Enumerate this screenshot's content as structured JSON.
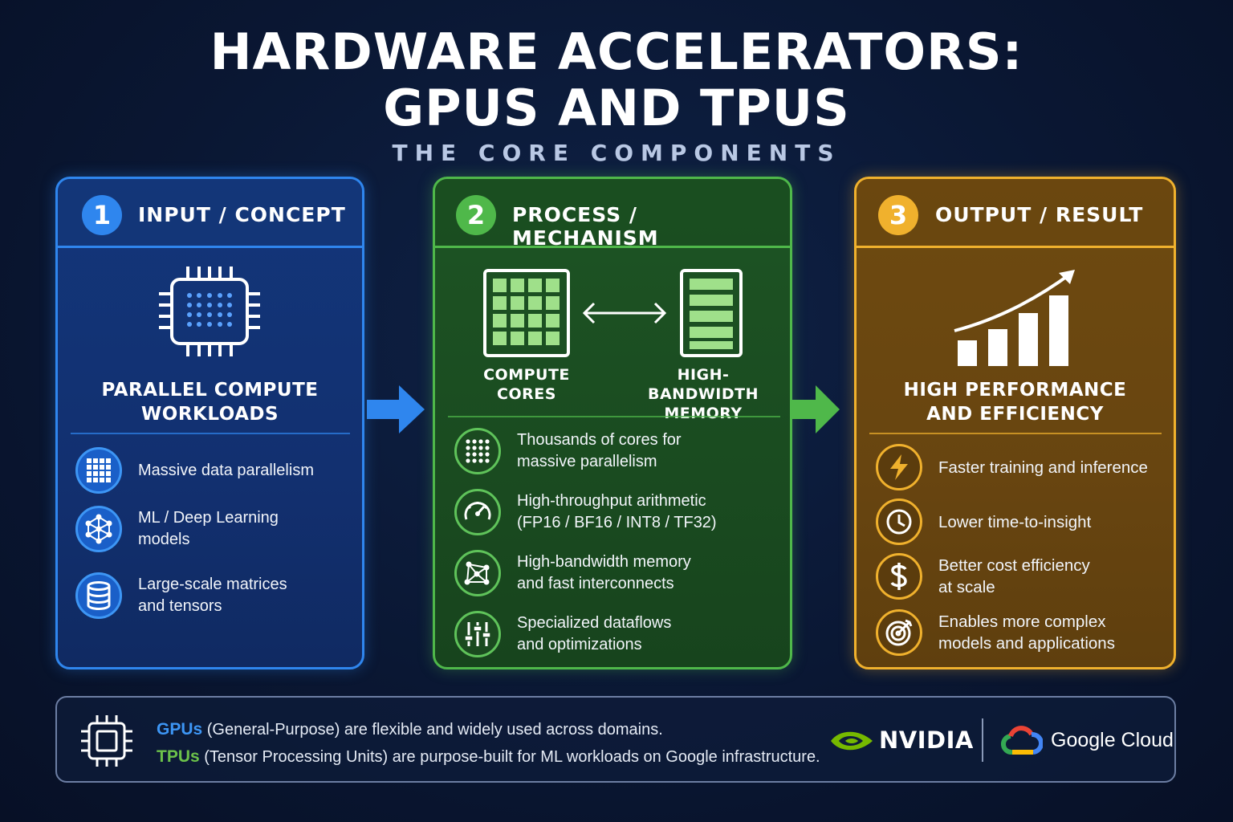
{
  "header": {
    "title_line1": "HARDWARE ACCELERATORS:",
    "title_line2": "GPUS AND TPUS",
    "subtitle": "THE CORE COMPONENTS"
  },
  "colors": {
    "blue": "#2f86ee",
    "green": "#4fb84a",
    "orange": "#f0b12d",
    "background": "#0a1733"
  },
  "panels": [
    {
      "number": "1",
      "label": "INPUT / CONCEPT",
      "main_icon": "chip-icon",
      "heading_line1": "PARALLEL COMPUTE",
      "heading_line2": "WORKLOADS",
      "items": [
        {
          "icon": "grid-icon",
          "line1": "Massive data parallelism",
          "line2": ""
        },
        {
          "icon": "neural-network-icon",
          "line1": "ML / Deep Learning",
          "line2": "models"
        },
        {
          "icon": "database-icon",
          "line1": "Large-scale matrices",
          "line2": "and tensors"
        }
      ]
    },
    {
      "number": "2",
      "label": "PROCESS / MECHANISM",
      "left_diagram": {
        "icon": "compute-cores-icon",
        "line1": "COMPUTE",
        "line2": "CORES"
      },
      "right_diagram": {
        "icon": "memory-stack-icon",
        "line1": "HIGH-BANDWIDTH",
        "line2": "MEMORY"
      },
      "items": [
        {
          "icon": "dot-grid-icon",
          "line1": "Thousands of cores for",
          "line2": "massive parallelism"
        },
        {
          "icon": "gauge-icon",
          "line1": "High-throughput arithmetic",
          "line2": "(FP16 / BF16 / INT8 / TF32)"
        },
        {
          "icon": "network-icon",
          "line1": "High-bandwidth memory",
          "line2": "and fast interconnects"
        },
        {
          "icon": "sliders-icon",
          "line1": "Specialized dataflows",
          "line2": "and optimizations"
        }
      ]
    },
    {
      "number": "3",
      "label": "OUTPUT / RESULT",
      "main_icon": "growth-chart-icon",
      "heading_line1": "HIGH PERFORMANCE",
      "heading_line2": "AND EFFICIENCY",
      "items": [
        {
          "icon": "lightning-icon",
          "line1": "Faster training and inference",
          "line2": ""
        },
        {
          "icon": "clock-icon",
          "line1": "Lower time-to-insight",
          "line2": ""
        },
        {
          "icon": "dollar-icon",
          "line1": "Better cost efficiency",
          "line2": "at scale"
        },
        {
          "icon": "target-icon",
          "line1": "Enables more complex",
          "line2": "models and applications"
        }
      ]
    }
  ],
  "footer": {
    "gpu_term": "GPUs",
    "gpu_text": " (General-Purpose) are flexible and widely used across domains.",
    "tpu_term": "TPUs",
    "tpu_text": " (Tensor Processing Units) are purpose-built for ML workloads on Google infrastructure.",
    "nvidia_label": "NVIDIA",
    "gcloud_label": "Google Cloud"
  }
}
